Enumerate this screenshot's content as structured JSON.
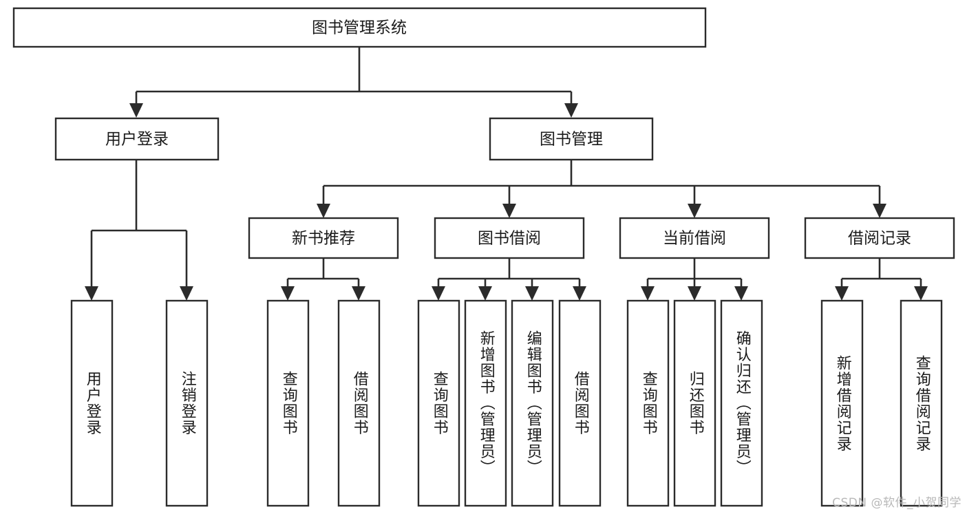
{
  "diagram": {
    "type": "tree-hierarchy",
    "title_node": {
      "id": "root",
      "label": "图书管理系统"
    },
    "level2": [
      {
        "id": "user-login",
        "label": "用户登录"
      },
      {
        "id": "book-admin",
        "label": "图书管理"
      }
    ],
    "level3": [
      {
        "id": "new-book-rec",
        "label": "新书推荐",
        "parent": "book-admin"
      },
      {
        "id": "book-borrow",
        "label": "图书借阅",
        "parent": "book-admin"
      },
      {
        "id": "current-borrow",
        "label": "当前借阅",
        "parent": "book-admin"
      },
      {
        "id": "borrow-record",
        "label": "借阅记录",
        "parent": "book-admin"
      }
    ],
    "leaves": [
      {
        "id": "leaf-user-login",
        "label": "用户登录",
        "parent": "user-login"
      },
      {
        "id": "leaf-user-logout",
        "label": "注销登录",
        "parent": "user-login"
      },
      {
        "id": "leaf-query-book-1",
        "label": "查询图书",
        "parent": "new-book-rec"
      },
      {
        "id": "leaf-borrow-book-1",
        "label": "借阅图书",
        "parent": "new-book-rec"
      },
      {
        "id": "leaf-query-book-2",
        "label": "查询图书",
        "parent": "book-borrow"
      },
      {
        "id": "leaf-add-book",
        "label": "新增图书（管理员）",
        "parent": "book-borrow"
      },
      {
        "id": "leaf-edit-book",
        "label": "编辑图书（管理员）",
        "parent": "book-borrow"
      },
      {
        "id": "leaf-borrow-book-2",
        "label": "借阅图书",
        "parent": "book-borrow"
      },
      {
        "id": "leaf-query-book-3",
        "label": "查询图书",
        "parent": "current-borrow"
      },
      {
        "id": "leaf-return-book",
        "label": "归还图书",
        "parent": "current-borrow"
      },
      {
        "id": "leaf-confirm-return",
        "label": "确认归还（管理员）",
        "parent": "current-borrow"
      },
      {
        "id": "leaf-add-record",
        "label": "新增借阅记录",
        "parent": "borrow-record"
      },
      {
        "id": "leaf-query-record",
        "label": "查询借阅记录",
        "parent": "borrow-record"
      }
    ],
    "watermark": "CSDN @软件_小贺同学",
    "colors": {
      "box_stroke": "#2b2b2b",
      "box_fill": "#ffffff",
      "text": "#1a1a1a",
      "background": "#ffffff",
      "watermark": "#b8b8b8"
    }
  }
}
